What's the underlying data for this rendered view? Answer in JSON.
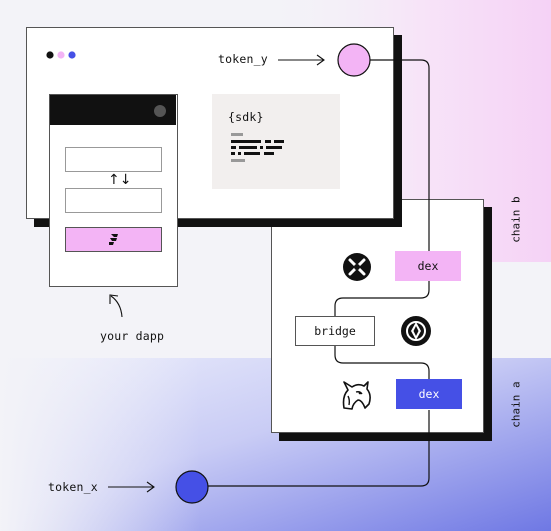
{
  "chains": {
    "chain_b": "chain b",
    "chain_a": "chain a"
  },
  "tokens": {
    "token_y": "token_y",
    "token_x": "token_x"
  },
  "sdk": {
    "label": "{sdk}"
  },
  "dapp": {
    "caption": "your dapp",
    "swap_symbol": "↑↓"
  },
  "route": {
    "dex_top": "dex",
    "bridge": "bridge",
    "dex_bottom": "dex"
  },
  "colors": {
    "pink": "#f3b4f5",
    "blue": "#4550e6",
    "chain_b_band": "#f6e6f8",
    "chain_a_band": "#8f96ea"
  },
  "icons": [
    "1inch-style-protocol-icon",
    "bridge-protocol-icon",
    "unicorn-dex-icon",
    "swap-arrows-icon"
  ]
}
